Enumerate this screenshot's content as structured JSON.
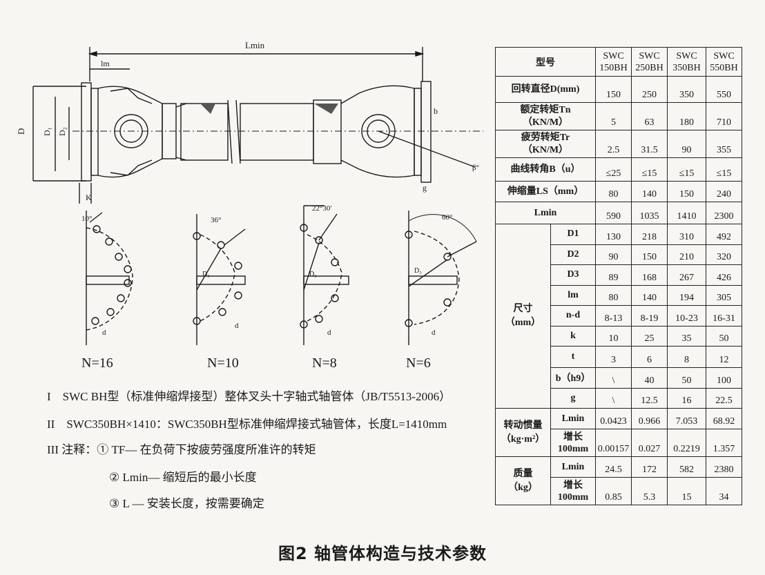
{
  "drawing": {
    "dim_lmin": "Lmin",
    "dim_lm": "lm",
    "dim_d": "D",
    "dim_d1": "D₁",
    "dim_d2": "D₂",
    "dim_b": "b",
    "dim_g": "g",
    "dim_k": "K",
    "dim_beta": "β°",
    "patterns": [
      {
        "label": "N=16",
        "angle": "10°"
      },
      {
        "label": "N=10",
        "angle": "36°"
      },
      {
        "label": "N=8",
        "angle": "22°30′"
      },
      {
        "label": "N=6",
        "angle": "60°"
      }
    ],
    "d_letter": "d",
    "d3_letter": "D₃"
  },
  "notes": [
    "I　SWC BH型（标准伸缩焊接型）整体叉头十字轴式轴管体（JB/T5513-2006）",
    "II　SWC350BH×1410：SWC350BH型标准伸缩焊接式轴管体，长度L=1410mm",
    "III 注释：① TF— 在负荷下按疲劳强度所准许的转矩",
    "② Lmin— 缩短后的最小长度",
    "③ L — 安装长度，按需要确定"
  ],
  "caption": "图2  轴管体构造与技术参数",
  "table": {
    "model_label": "型号",
    "models": [
      "SWC\n150BH",
      "SWC\n250BH",
      "SWC\n350BH",
      "SWC\n550BH"
    ],
    "top_rows": [
      {
        "label": "回转直径D(mm)",
        "values": [
          "150",
          "250",
          "350",
          "550"
        ]
      },
      {
        "label": "额定转矩Tn\n（KN/M）",
        "values": [
          "5",
          "63",
          "180",
          "710"
        ]
      },
      {
        "label": "疲劳转矩Tr\n（KN/M）",
        "values": [
          "2.5",
          "31.5",
          "90",
          "355"
        ]
      },
      {
        "label": "曲线转角B（u）",
        "values": [
          "≤25",
          "≤15",
          "≤15",
          "≤15"
        ]
      },
      {
        "label": "伸缩量LS（mm）",
        "values": [
          "80",
          "140",
          "150",
          "240"
        ]
      },
      {
        "label": "Lmin",
        "values": [
          "590",
          "1035",
          "1410",
          "2300"
        ]
      }
    ],
    "size_group": "尺寸\n（mm）",
    "size_rows": [
      {
        "label": "D1",
        "values": [
          "130",
          "218",
          "310",
          "492"
        ]
      },
      {
        "label": "D2",
        "values": [
          "90",
          "150",
          "210",
          "320"
        ]
      },
      {
        "label": "D3",
        "values": [
          "89",
          "168",
          "267",
          "426"
        ]
      },
      {
        "label": "lm",
        "values": [
          "80",
          "140",
          "194",
          "305"
        ]
      },
      {
        "label": "n-d",
        "values": [
          "8-13",
          "8-19",
          "10-23",
          "16-31"
        ]
      },
      {
        "label": "k",
        "values": [
          "10",
          "25",
          "35",
          "50"
        ]
      },
      {
        "label": "t",
        "values": [
          "3",
          "6",
          "8",
          "12"
        ]
      },
      {
        "label": "b（h9）",
        "values": [
          "\\",
          "40",
          "50",
          "100"
        ]
      },
      {
        "label": "g",
        "values": [
          "\\",
          "12.5",
          "16",
          "22.5"
        ]
      }
    ],
    "inertia_group": "转动惯量\n（kg·m²）",
    "inertia_rows": [
      {
        "label": "Lmin",
        "values": [
          "0.0423",
          "0.966",
          "7.053",
          "68.92"
        ]
      },
      {
        "label": "增长\n100mm",
        "values": [
          "0.00157",
          "0.027",
          "0.2219",
          "1.357"
        ]
      }
    ],
    "mass_group": "质量\n（kg）",
    "mass_rows": [
      {
        "label": "Lmin",
        "values": [
          "24.5",
          "172",
          "582",
          "2380"
        ]
      },
      {
        "label": "增长\n100mm",
        "values": [
          "0.85",
          "5.3",
          "15",
          "34"
        ]
      }
    ]
  }
}
